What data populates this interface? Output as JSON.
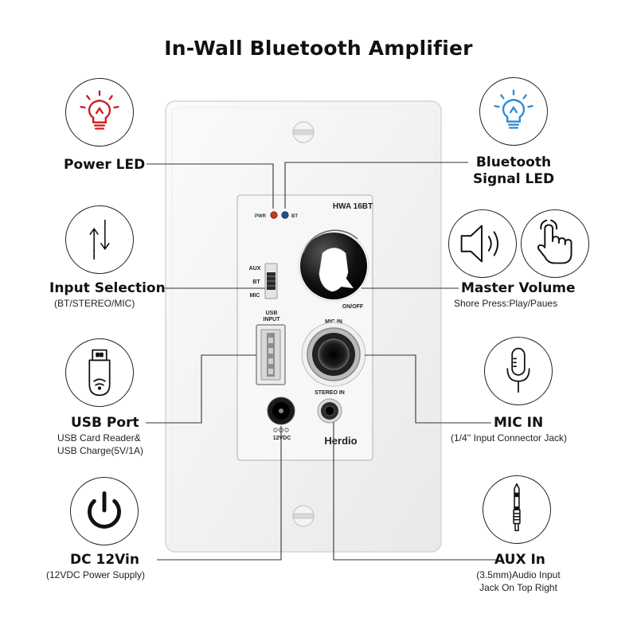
{
  "title": "In-Wall Bluetooth Amplifier",
  "device": {
    "model": "HWA 16BT",
    "brand": "Herdio",
    "pwr_label": "PWR",
    "bt_label": "BT",
    "switch_labels": [
      "AUX",
      "BT",
      "MIC"
    ],
    "usb_label_1": "USB",
    "usb_label_2": "INPUT",
    "onoff_label": "ON/OFF",
    "mic_in_label": "MIC IN",
    "stereo_in_label": "STEREO IN",
    "dc_label": "12VDC"
  },
  "features": {
    "power_led": {
      "title": "Power LED",
      "icon": "bulb-red-icon"
    },
    "bluetooth_led": {
      "title_1": "Bluetooth",
      "title_2": "Signal LED",
      "icon": "bulb-blue-icon"
    },
    "input_selection": {
      "title": "Input Selection",
      "sub": "(BT/STEREO/MIC)",
      "icon": "up-down-arrows-icon"
    },
    "master_volume": {
      "title": "Master Volume",
      "sub": "Shore Press:Play/Paues",
      "icons": [
        "speaker-icon",
        "hand-press-icon"
      ]
    },
    "usb_port": {
      "title": "USB Port",
      "sub_1": "USB Card Reader&",
      "sub_2": "USB Charge(5V/1A)",
      "icon": "usb-drive-icon"
    },
    "mic_in": {
      "title": "MIC IN",
      "sub": "(1/4'' Input Connector Jack)",
      "icon": "microphone-icon"
    },
    "dc_12vin": {
      "title": "DC 12Vin",
      "sub": "(12VDC Power Supply)",
      "icon": "power-icon"
    },
    "aux_in": {
      "title": "AUX In",
      "sub_1": "(3.5mm)Audio Input",
      "sub_2": "Jack On Top Right",
      "icon": "audio-jack-icon"
    }
  },
  "colors": {
    "led_red": "#c0392b",
    "led_blue": "#1f4e8c",
    "bulb_red": "#d01a1a",
    "bulb_blue": "#2a8bd6"
  }
}
